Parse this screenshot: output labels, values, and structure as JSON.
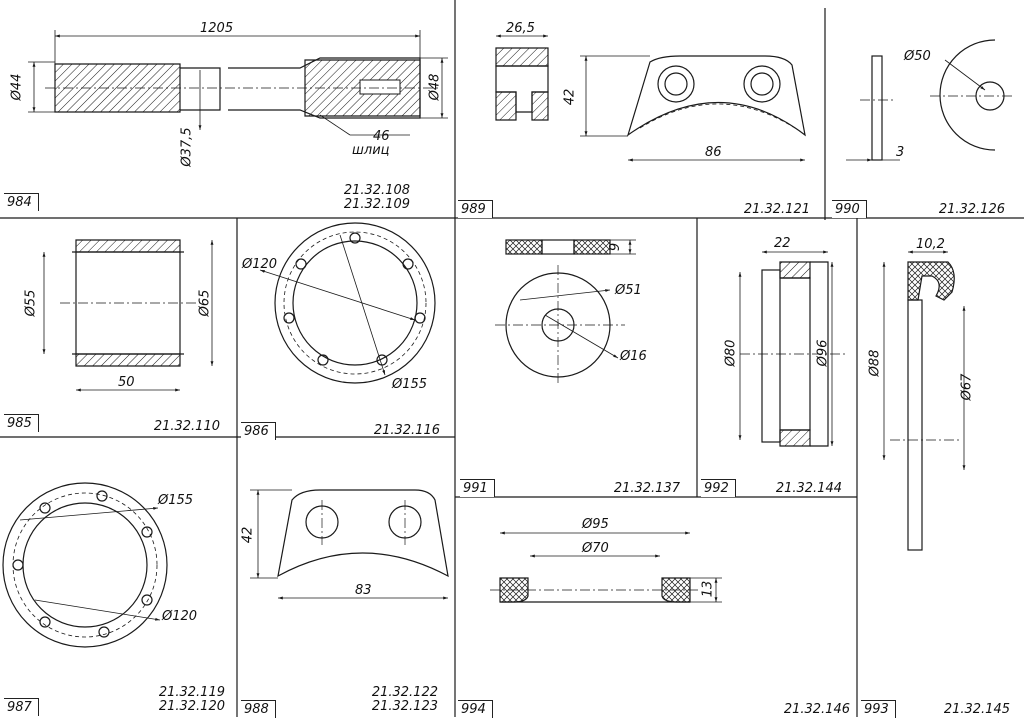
{
  "sheet": {
    "parts": [
      {
        "id": "984",
        "codes": [
          "21.32.108",
          "21.32.109"
        ],
        "dims": [
          "1205",
          "Ø44",
          "Ø37,5",
          "Ø48",
          "46 шлиц"
        ]
      },
      {
        "id": "989",
        "codes": [
          "21.32.121"
        ],
        "dims": [
          "26,5",
          "42",
          "86"
        ]
      },
      {
        "id": "990",
        "codes": [
          "21.32.126"
        ],
        "dims": [
          "Ø50",
          "3"
        ]
      },
      {
        "id": "985",
        "codes": [
          "21.32.110"
        ],
        "dims": [
          "Ø55",
          "Ø65",
          "50"
        ]
      },
      {
        "id": "986",
        "codes": [
          "21.32.116"
        ],
        "dims": [
          "Ø120",
          "Ø155"
        ]
      },
      {
        "id": "991",
        "codes": [
          "21.32.137"
        ],
        "dims": [
          "9",
          "Ø51",
          "Ø16"
        ]
      },
      {
        "id": "992",
        "codes": [
          "21.32.144"
        ],
        "dims": [
          "22",
          "Ø80",
          "Ø96"
        ]
      },
      {
        "id": "993",
        "codes": [
          "21.32.145"
        ],
        "dims": [
          "10,2",
          "Ø88",
          "Ø67"
        ]
      },
      {
        "id": "987",
        "codes": [
          "21.32.119",
          "21.32.120"
        ],
        "dims": [
          "Ø155",
          "Ø120"
        ]
      },
      {
        "id": "988",
        "codes": [
          "21.32.122",
          "21.32.123"
        ],
        "dims": [
          "42",
          "83"
        ]
      },
      {
        "id": "994",
        "codes": [
          "21.32.146"
        ],
        "dims": [
          "Ø95",
          "Ø70",
          "13"
        ]
      }
    ]
  }
}
